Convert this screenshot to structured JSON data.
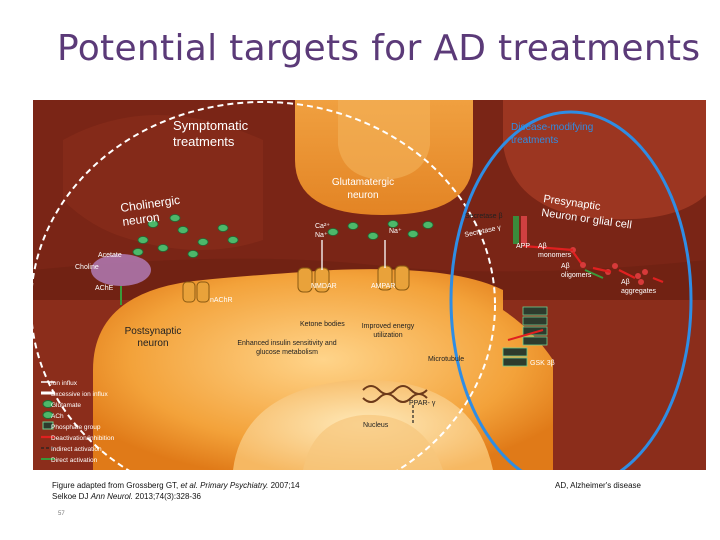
{
  "title": "Potential targets for AD treatments",
  "diagram": {
    "symptomatic": "Symptomatic\ntreatments",
    "disease_modifying": "Disease-modifying\ntreatments",
    "cholinergic_neuron": "Cholinergic\nneuron",
    "glutamatergic_neuron": "Glutamatergic\nneuron",
    "presynaptic": "Presynaptic\nNeuron or glial cell",
    "secretase_b": "Secretase β",
    "secretase_g": "Secretase γ",
    "app": "APP",
    "ab_monomers": "Aβ\nmonomers",
    "ab_oligomers": "Aβ\noligomers",
    "ab_aggregates": "Aβ\naggregates",
    "acetate": "Acetate",
    "choline": "Choline",
    "ache": "AChE",
    "ca_na": "Ca²⁺\nNa⁺",
    "na": "Na⁺",
    "nmdar": "NMDAR",
    "ampar": "AMPAR",
    "nachr": "nAChR",
    "postsynaptic": "Postsynaptic\nneuron",
    "ketone": "Ketone bodies",
    "energy": "Improved energy\nutilization",
    "insulin": "Enhanced insulin sensitivity and\nglucose metabolism",
    "microtubule": "Microtubule",
    "gsk": "GSK 3β",
    "ppar": "PPAR- γ",
    "nucleus": "Nucleus"
  },
  "legend": [
    "Ion influx",
    "Excessive ion influx",
    "Glutamate",
    "ACh",
    "Phosphate group",
    "Deactivation/inhibition",
    "Indirect activation",
    "Direct activation"
  ],
  "colors": {
    "title": "#5b3a78",
    "background": "#8b2d1b",
    "synapse": "#6b1f12",
    "neuron": "#f0962a",
    "ellipse_dashed": "#ffffff",
    "circle_blue": "#2f8de4",
    "arrow_red": "#e02020",
    "arrow_green": "#3a9a3a"
  },
  "caption": {
    "line1_a": "Figure adapted from Grossberg GT, ",
    "line1_b": "et al. Primary Psychiatry.",
    "line1_c": " 2007;14",
    "line2_a": "Selkoe DJ ",
    "line2_b": "Ann Neurol.",
    "line2_c": " 2013;74(3):328-36"
  },
  "abbrev": "AD, Alzheimer's disease",
  "page_number": "57"
}
